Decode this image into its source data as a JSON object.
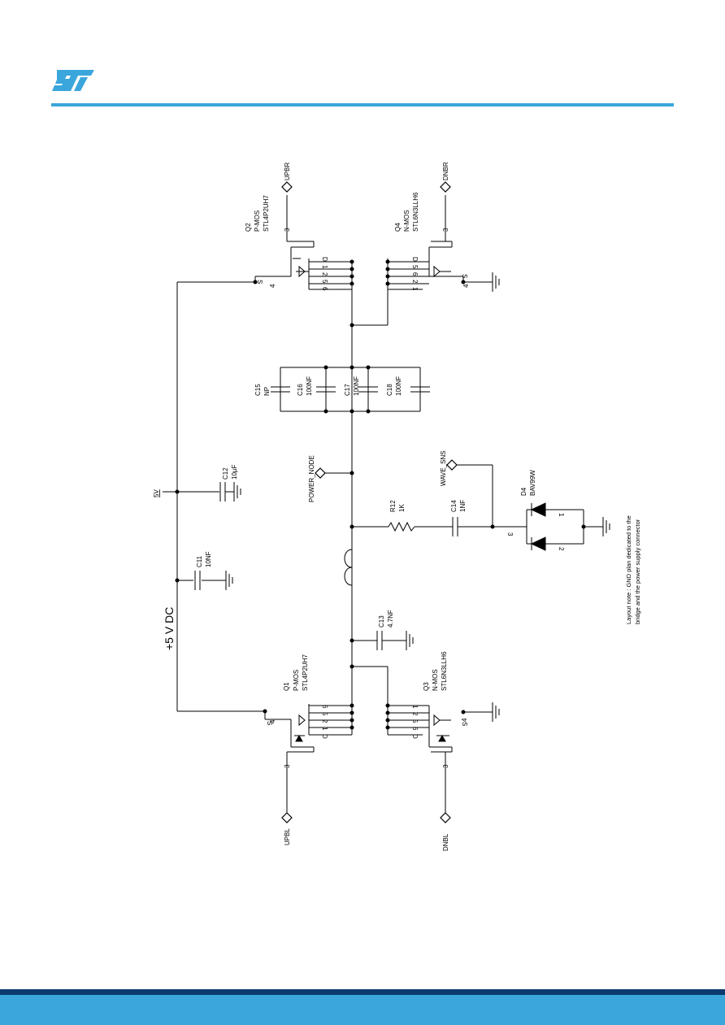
{
  "brand": {
    "logo_name": "st-logo",
    "accent_color": "#3aa6dc",
    "footer_dark_color": "#0b3a6e",
    "footer_color": "#3aa6dc"
  },
  "schematic": {
    "supply_label": "+5 V DC",
    "supply_net": "5V",
    "nets": {
      "upbr": "UPBR",
      "dnbr": "DNBR",
      "upbl": "UPBL",
      "dnbl": "DNBL",
      "power_node": "POWER_NODE",
      "wave_sns": "WAVE_SNS"
    },
    "q2": {
      "ref": "Q2",
      "type": "P-MOS",
      "part": "STL4P2UH7"
    },
    "q4": {
      "ref": "Q4",
      "type": "N-MOS",
      "part": "STL6N3LLH6"
    },
    "q1": {
      "ref": "Q1",
      "type": "P-MOS",
      "part": "STL4P2UH7"
    },
    "q3": {
      "ref": "Q3",
      "type": "N-MOS",
      "part": "STL6N3LLH6"
    },
    "pins": {
      "d": "D",
      "s": "S",
      "p1": "1",
      "p2": "2",
      "p3": "3",
      "p4": "4",
      "p5": "5",
      "p6": "6"
    },
    "caps": {
      "c11": {
        "ref": "C11",
        "value": "10NF"
      },
      "c12": {
        "ref": "C12",
        "value": "10µF"
      },
      "c13": {
        "ref": "C13",
        "value": "4.7NF"
      },
      "c14": {
        "ref": "C14",
        "value": "1NF"
      },
      "c15": {
        "ref": "C15",
        "value": "NP"
      },
      "c16": {
        "ref": "C16",
        "value": "100NF"
      },
      "c17": {
        "ref": "C17",
        "value": "100NF"
      },
      "c18": {
        "ref": "C18",
        "value": "100NF"
      }
    },
    "r12": {
      "ref": "R12",
      "value": "1K"
    },
    "d4": {
      "ref": "D4",
      "part": "BAV99W",
      "pin1": "1",
      "pin2": "2",
      "pin3": "3"
    },
    "layout_note": [
      "Layout note : GND plan dedicated to the",
      "bridge and the power supply connector"
    ]
  }
}
